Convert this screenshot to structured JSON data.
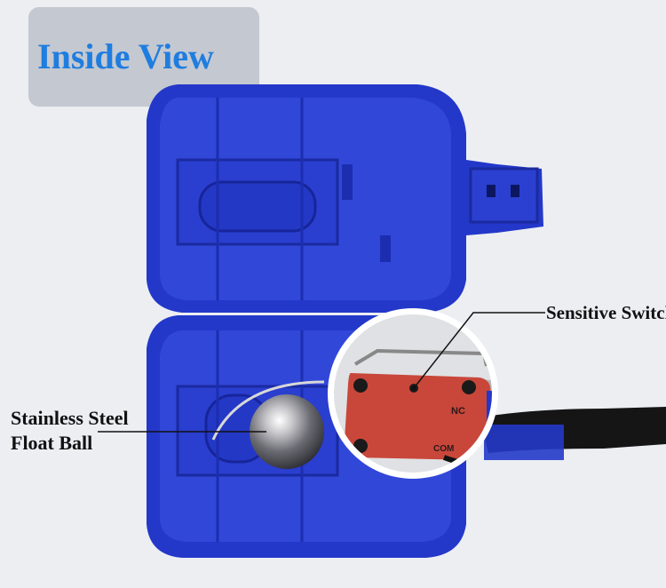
{
  "title": "Inside View",
  "labels": {
    "sensitive_switch": "Sensitive Switch",
    "ball_line1": "Stainless Steel",
    "ball_line2": "Float Ball"
  },
  "switch_marks": {
    "nc": "NC",
    "com": "COM"
  },
  "colors": {
    "housing_blue": "#2338c9",
    "switch_red": "#c8473a",
    "title_blue": "#1f7de0"
  }
}
